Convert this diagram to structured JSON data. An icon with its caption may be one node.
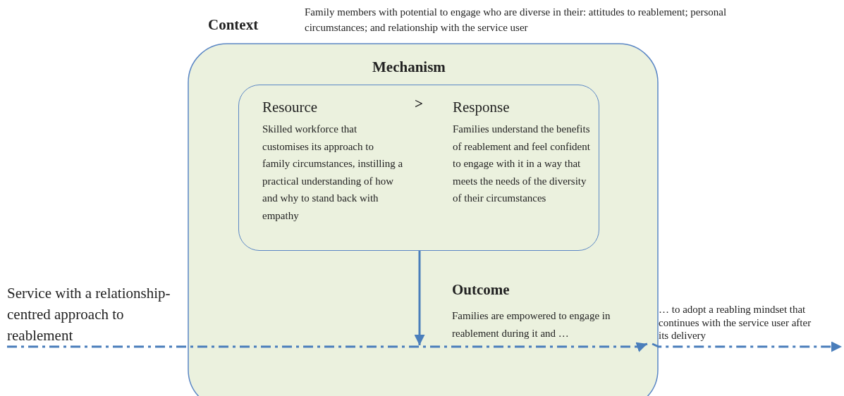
{
  "diagram": {
    "nodes": [
      {
        "text": [
          "Context",
          "Mechanism"
        ],
        "beside": [
          "Family members with potential to engage who are diverse in their: attitudes to reablement; personal circumstances; and relationship with the service user"
        ]
      },
      {
        "text": [
          "Resource",
          "Skilled workforce that customises its approach to family circumstances, instilling a practical understanding of how and why to stand back with empathy",
          "Response",
          "Families understand the benefits of reablement and feel confident to engage with it in a way that meets the needs of the diversity of their circumstances"
        ],
        "in": 0
      },
      {
        "text": [
          "Outcome",
          "Families are empowered to engage in reablement during it and …"
        ],
        "in": 0
      },
      {
        "text": [
          "Service with a relationship-centred approach to reablement"
        ]
      },
      {
        "text": [
          "… to adopt a reabling mindset that continues with the service user after its delivery"
        ]
      }
    ],
    "edges": [
      {
        "from": 1,
        "to": 2,
        "arrow": "to"
      },
      {
        "from": 3,
        "to": 4,
        "arrow": "to",
        "style": "dashed"
      },
      {
        "from": 4,
        "to": null,
        "arrow": "to",
        "style": "dashed"
      }
    ],
    "labels": [
      ">"
    ]
  }
}
